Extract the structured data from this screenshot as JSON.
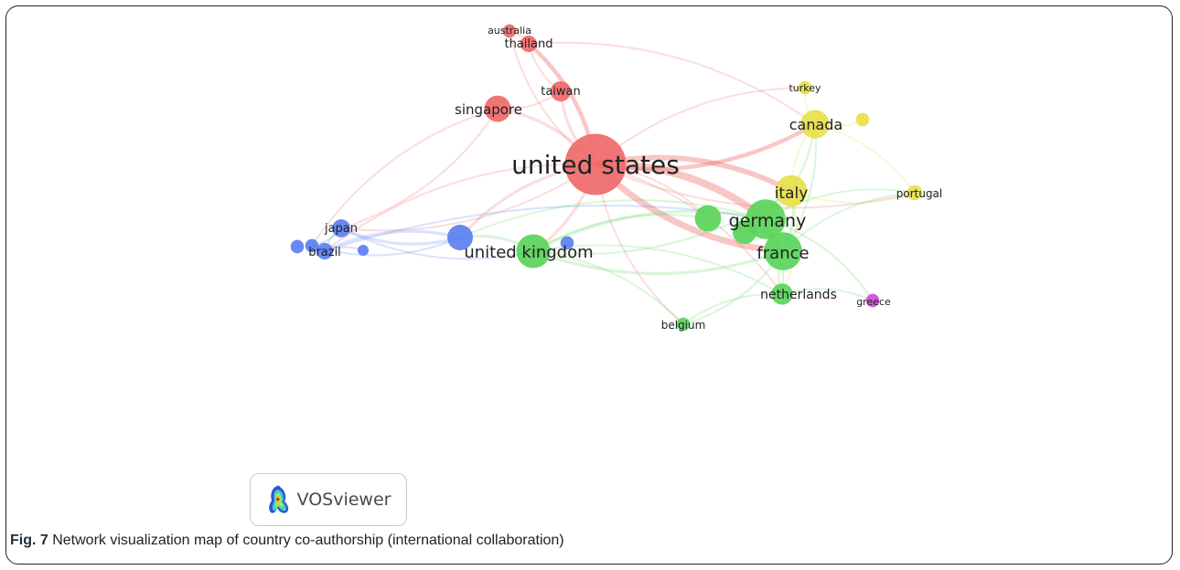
{
  "figure": {
    "caption_label": "Fig. 7",
    "caption_text": " Network visualization map of country co-authorship (international collaboration)",
    "software_logo_text": "VOSviewer"
  },
  "cluster_colors": {
    "red": "#ef6a6a",
    "green": "#5ad45a",
    "blue": "#5b7ff0",
    "yellow": "#e8e04a",
    "purple": "#cf4fd4"
  },
  "nodes": [
    {
      "id": "united-states",
      "label": "united states",
      "cluster": "red",
      "weight": 100
    },
    {
      "id": "singapore",
      "label": "singapore",
      "cluster": "red",
      "weight": 14
    },
    {
      "id": "taiwan",
      "label": "taiwan",
      "cluster": "red",
      "weight": 7
    },
    {
      "id": "thailand",
      "label": "thailand",
      "cluster": "red",
      "weight": 4
    },
    {
      "id": "australia",
      "label": "australia",
      "cluster": "red",
      "weight": 2
    },
    {
      "id": "germany",
      "label": "germany",
      "cluster": "green",
      "weight": 38
    },
    {
      "id": "france",
      "label": "france",
      "cluster": "green",
      "weight": 34
    },
    {
      "id": "united-kingdom",
      "label": "united kingdom",
      "cluster": "green",
      "weight": 26
    },
    {
      "id": "netherlands",
      "label": "netherlands",
      "cluster": "green",
      "weight": 8
    },
    {
      "id": "belgium",
      "label": "belgium",
      "cluster": "green",
      "weight": 2
    },
    {
      "id": "green-unlabeled-1",
      "label": "",
      "cluster": "green",
      "weight": 14
    },
    {
      "id": "green-unlabeled-2",
      "label": "",
      "cluster": "green",
      "weight": 11
    },
    {
      "id": "italy",
      "label": "italy",
      "cluster": "yellow",
      "weight": 22
    },
    {
      "id": "canada",
      "label": "canada",
      "cluster": "yellow",
      "weight": 17
    },
    {
      "id": "portugal",
      "label": "portugal",
      "cluster": "yellow",
      "weight": 3
    },
    {
      "id": "turkey",
      "label": "turkey",
      "cluster": "yellow",
      "weight": 2
    },
    {
      "id": "yellow-unlabeled",
      "label": "",
      "cluster": "yellow",
      "weight": 2
    },
    {
      "id": "greece",
      "label": "greece",
      "cluster": "purple",
      "weight": 2
    },
    {
      "id": "blue-hub",
      "label": "",
      "cluster": "blue",
      "weight": 13
    },
    {
      "id": "japan",
      "label": "japan",
      "cluster": "blue",
      "weight": 5
    },
    {
      "id": "brazil",
      "label": "brazil",
      "cluster": "blue",
      "weight": 4
    },
    {
      "id": "blue-unlabeled-1",
      "label": "",
      "cluster": "blue",
      "weight": 2
    },
    {
      "id": "blue-unlabeled-2",
      "label": "",
      "cluster": "blue",
      "weight": 2
    },
    {
      "id": "blue-unlabeled-3",
      "label": "",
      "cluster": "blue",
      "weight": 1
    },
    {
      "id": "blue-unlabeled-4",
      "label": "",
      "cluster": "blue",
      "weight": 2
    }
  ],
  "links": [
    [
      "united-states",
      "germany",
      6
    ],
    [
      "united-states",
      "france",
      5
    ],
    [
      "united-states",
      "italy",
      4
    ],
    [
      "united-states",
      "canada",
      3
    ],
    [
      "united-states",
      "united-kingdom",
      2
    ],
    [
      "united-states",
      "singapore",
      2
    ],
    [
      "united-states",
      "taiwan",
      2
    ],
    [
      "united-states",
      "thailand",
      3
    ],
    [
      "united-states",
      "australia",
      1
    ],
    [
      "united-states",
      "blue-hub",
      2
    ],
    [
      "united-states",
      "japan",
      1
    ],
    [
      "united-states",
      "brazil",
      1
    ],
    [
      "united-states",
      "netherlands",
      1
    ],
    [
      "united-states",
      "belgium",
      1
    ],
    [
      "united-states",
      "turkey",
      1
    ],
    [
      "united-states",
      "portugal",
      1
    ],
    [
      "united-states",
      "green-unlabeled-1",
      1
    ],
    [
      "germany",
      "france",
      3
    ],
    [
      "germany",
      "italy",
      2
    ],
    [
      "germany",
      "united-kingdom",
      2
    ],
    [
      "germany",
      "netherlands",
      1
    ],
    [
      "germany",
      "canada",
      1
    ],
    [
      "germany",
      "portugal",
      1
    ],
    [
      "germany",
      "blue-hub",
      1
    ],
    [
      "germany",
      "greece",
      1
    ],
    [
      "france",
      "italy",
      2
    ],
    [
      "france",
      "united-kingdom",
      2
    ],
    [
      "france",
      "netherlands",
      1
    ],
    [
      "france",
      "belgium",
      1
    ],
    [
      "france",
      "canada",
      1
    ],
    [
      "france",
      "portugal",
      1
    ],
    [
      "united-kingdom",
      "blue-hub",
      2
    ],
    [
      "united-kingdom",
      "netherlands",
      1
    ],
    [
      "united-kingdom",
      "italy",
      1
    ],
    [
      "blue-hub",
      "japan",
      2
    ],
    [
      "blue-hub",
      "brazil",
      2
    ],
    [
      "blue-hub",
      "blue-unlabeled-1",
      1
    ],
    [
      "japan",
      "brazil",
      1
    ],
    [
      "japan",
      "blue-unlabeled-1",
      1
    ],
    [
      "brazil",
      "blue-unlabeled-1",
      1
    ],
    [
      "brazil",
      "blue-unlabeled-3",
      1
    ],
    [
      "japan",
      "united-kingdom",
      1
    ],
    [
      "brazil",
      "germany",
      1
    ],
    [
      "singapore",
      "taiwan",
      1
    ],
    [
      "singapore",
      "japan",
      1
    ],
    [
      "singapore",
      "blue-unlabeled-1",
      1
    ],
    [
      "taiwan",
      "thailand",
      1
    ],
    [
      "thailand",
      "australia",
      1
    ],
    [
      "thailand",
      "canada",
      1
    ],
    [
      "canada",
      "italy",
      1
    ],
    [
      "canada",
      "turkey",
      1
    ],
    [
      "canada",
      "yellow-unlabeled",
      1
    ],
    [
      "canada",
      "portugal",
      1
    ],
    [
      "italy",
      "portugal",
      1
    ],
    [
      "italy",
      "netherlands",
      1
    ],
    [
      "netherlands",
      "belgium",
      1
    ],
    [
      "netherlands",
      "greece",
      1
    ],
    [
      "green-unlabeled-1",
      "united-kingdom",
      1
    ],
    [
      "green-unlabeled-2",
      "france",
      1
    ],
    [
      "belgium",
      "united-kingdom",
      1
    ]
  ]
}
